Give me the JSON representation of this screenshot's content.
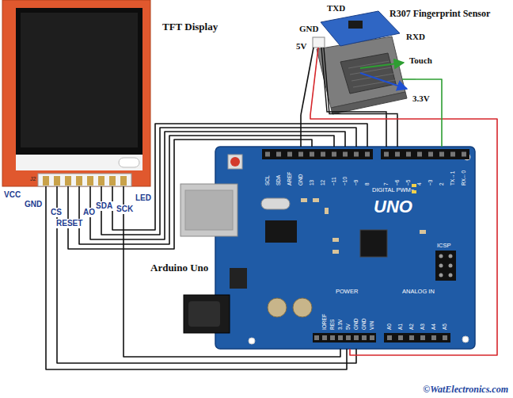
{
  "diagram": {
    "nodes": [
      {
        "text": [
          "TFT Display"
        ]
      },
      {
        "text": [
          "R307 Fingerprint Sensor"
        ]
      },
      {
        "text": [
          "Arduino Uno"
        ]
      }
    ],
    "edges": [
      {
        "from": 0,
        "to": 2,
        "arrow": "none"
      },
      {
        "from": 0,
        "to": 2,
        "arrow": "none"
      },
      {
        "from": 0,
        "to": 2,
        "arrow": "none"
      },
      {
        "from": 0,
        "to": 2,
        "arrow": "none"
      },
      {
        "from": 0,
        "to": 2,
        "arrow": "none"
      },
      {
        "from": 0,
        "to": 2,
        "arrow": "none"
      },
      {
        "from": 0,
        "to": 2,
        "arrow": "none"
      },
      {
        "from": 0,
        "to": 2,
        "arrow": "none"
      },
      {
        "from": 1,
        "to": 2,
        "arrow": "none"
      },
      {
        "from": 1,
        "to": 2,
        "arrow": "none"
      },
      {
        "from": 1,
        "to": 2,
        "arrow": "none"
      },
      {
        "from": 1,
        "to": 2,
        "arrow": "none"
      },
      {
        "from": 1,
        "to": 2,
        "arrow": "none"
      }
    ],
    "labels": [
      "VCC",
      "GND",
      "CS",
      "RESET",
      "AO",
      "SDA",
      "SCK",
      "LED",
      "J2",
      "GND",
      "TXD",
      "5V",
      "RXD",
      "Touch",
      "3.3V",
      "UNO",
      "DIGITAL PWM~",
      "POWER",
      "ANALOG IN",
      "ICSP",
      "SCL",
      "SDA",
      "AREF",
      "GND",
      "13",
      "12",
      "~11",
      "~10",
      "~9",
      "8",
      "7",
      "~6",
      "~5",
      "4",
      "~3",
      "2",
      "TX→1",
      "RX←0",
      "IOREF",
      "RES",
      "3.3V",
      "5V",
      "GND",
      "GND",
      "VIN",
      "A0",
      "A1",
      "A2",
      "A3",
      "A4",
      "A5",
      "©WatElectronics.com"
    ]
  }
}
